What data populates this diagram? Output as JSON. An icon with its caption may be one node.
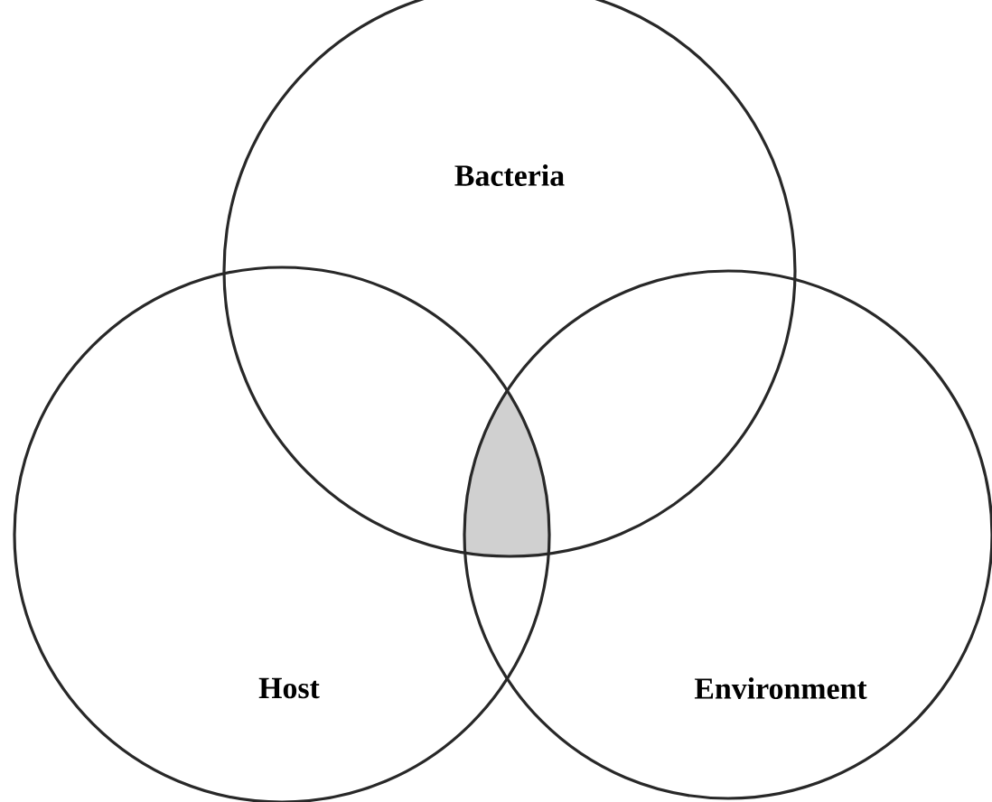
{
  "diagram": {
    "nodes": [
      {
        "text": [
          "Bacteria"
        ]
      },
      {
        "text": [
          "Host"
        ]
      },
      {
        "text": [
          "Environment"
        ]
      }
    ]
  }
}
